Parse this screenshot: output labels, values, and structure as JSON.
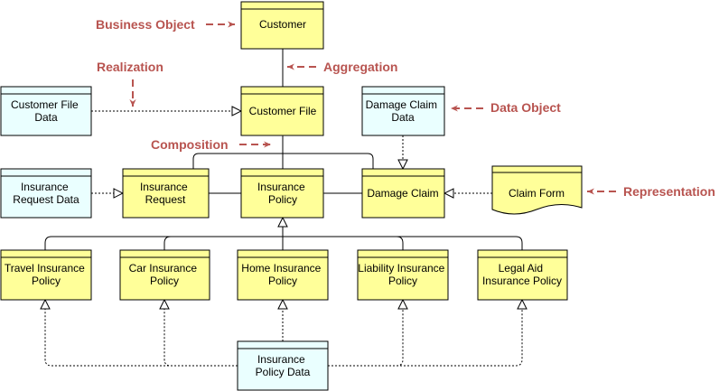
{
  "colors": {
    "business": "#ffff99",
    "data": "#eaffff",
    "stroke": "#000000",
    "annotation": "#b85450",
    "background": "#ffffff"
  },
  "nodes": {
    "customer": {
      "kind": "business",
      "lines": [
        "Customer"
      ]
    },
    "customer_file": {
      "kind": "business",
      "lines": [
        "Customer File"
      ]
    },
    "customer_file_data": {
      "kind": "data",
      "lines": [
        "Customer File",
        "Data"
      ]
    },
    "damage_claim_data": {
      "kind": "data",
      "lines": [
        "Damage Claim",
        "Data"
      ]
    },
    "insurance_request_data": {
      "kind": "data",
      "lines": [
        "Insurance",
        "Request Data"
      ]
    },
    "insurance_request": {
      "kind": "business",
      "lines": [
        "Insurance",
        "Request"
      ]
    },
    "insurance_policy": {
      "kind": "business",
      "lines": [
        "Insurance",
        "Policy"
      ]
    },
    "damage_claim": {
      "kind": "business",
      "lines": [
        "Damage Claim"
      ]
    },
    "claim_form": {
      "kind": "representation",
      "lines": [
        "Claim Form"
      ]
    },
    "travel_policy": {
      "kind": "business",
      "lines": [
        "Travel Insurance",
        "Policy"
      ]
    },
    "car_policy": {
      "kind": "business",
      "lines": [
        "Car Insurance",
        "Policy"
      ]
    },
    "home_policy": {
      "kind": "business",
      "lines": [
        "Home Insurance",
        "Policy"
      ]
    },
    "liability_policy": {
      "kind": "business",
      "lines": [
        "Liability Insurance",
        "Policy"
      ]
    },
    "legal_aid_policy": {
      "kind": "business",
      "lines": [
        "Legal Aid",
        "Insurance Policy"
      ]
    },
    "insurance_policy_data": {
      "kind": "data",
      "lines": [
        "Insurance",
        "Policy Data"
      ]
    }
  },
  "annotations": {
    "business_object": "Business Object",
    "realization": "Realization",
    "aggregation": "Aggregation",
    "composition": "Composition",
    "data_object": "Data Object",
    "representation": "Representation"
  }
}
